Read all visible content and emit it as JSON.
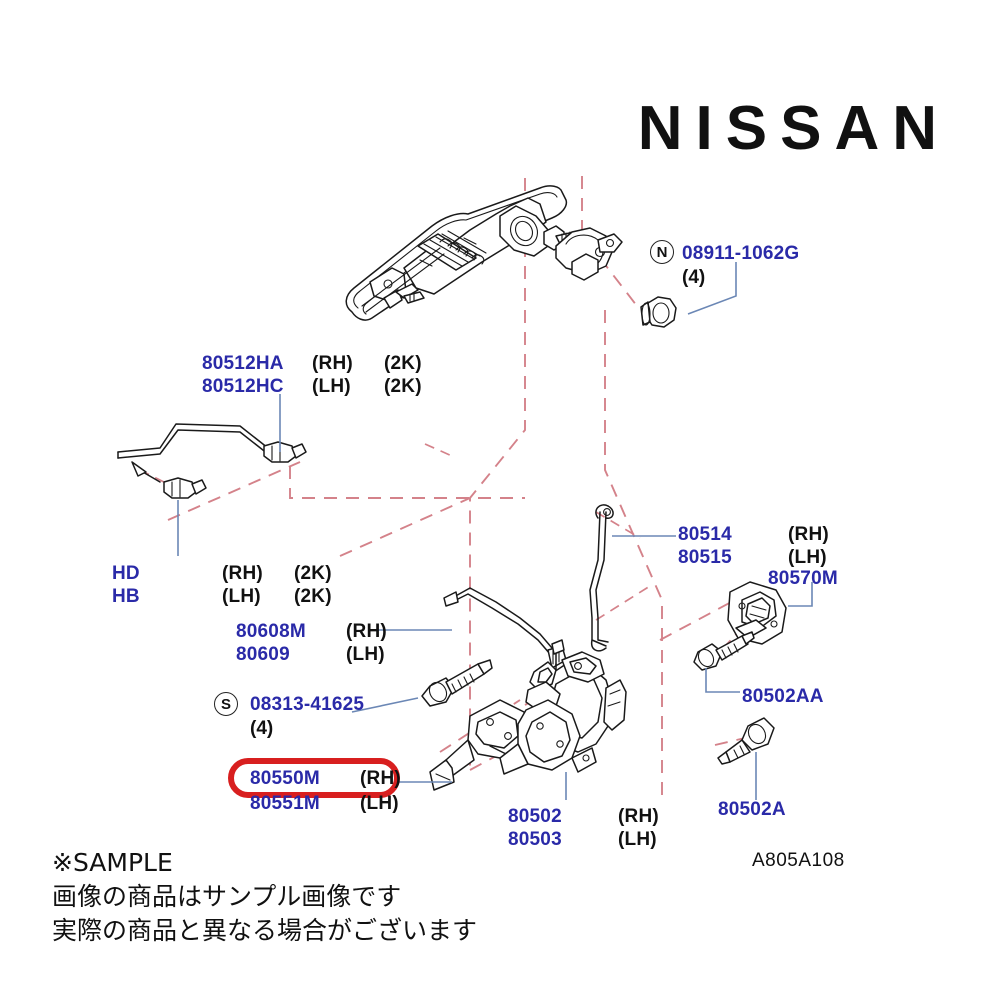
{
  "brand": {
    "name": "NISSAN"
  },
  "drawing": {
    "code": "A805A108"
  },
  "labels": {
    "nut_marker": "N",
    "nut_part": "08911-1062G",
    "nut_qty": "(4)",
    "screw_marker": "S",
    "screw_part": "08313-41625",
    "screw_qty": "(4)",
    "handle_rh_part": "80512HA",
    "handle_rh_side": "(RH)",
    "handle_rh_qty": "(2K)",
    "handle_lh_part": "80512HC",
    "handle_lh_side": "(LH)",
    "handle_lh_qty": "(2K)",
    "clipped_rh_part": "HD",
    "clipped_rh_side": "(RH)",
    "clipped_rh_qty": "(2K)",
    "clipped_lh_part": "HB",
    "clipped_lh_side": "(LH)",
    "clipped_lh_qty": "(2K)",
    "rod_rh_part": "80608M",
    "rod_rh_side": "(RH)",
    "rod_lh_part": "80609",
    "rod_lh_side": "(LH)",
    "lockrod_rh_part": "80514",
    "lockrod_rh_side": "(RH)",
    "lockrod_lh_part": "80515",
    "lockrod_lh_side": "(LH)",
    "striker_part": "80570M",
    "striker_screw_part": "80502AA",
    "highlight_part": "80550M",
    "highlight_side": "(RH)",
    "highlight_lh_part": "80551M",
    "highlight_lh_side": "(LH)",
    "latch_rh_part": "80502",
    "latch_rh_side": "(RH)",
    "latch_lh_part": "80503",
    "latch_lh_side": "(LH)",
    "tapping_screw_part": "80502A"
  },
  "disclaimer": {
    "line1": "※SAMPLE",
    "line2": "画像の商品はサンプル画像です",
    "line3": "実際の商品と異なる場合がございます"
  },
  "colors": {
    "part_number": "#2a2aa8",
    "highlight": "#d81f1f",
    "assembly_line": "#d4828a",
    "leader_line": "#6b87b5",
    "outline": "#1a1a1a"
  }
}
